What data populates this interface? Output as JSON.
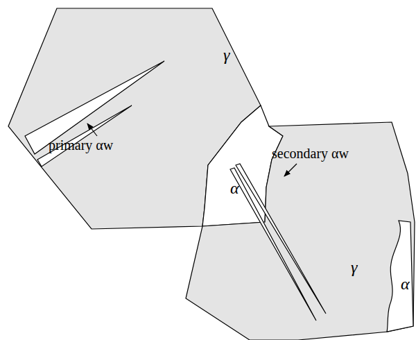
{
  "diagram": {
    "labels": [
      "γ",
      "primary αw",
      "α",
      "secondary αw",
      "γ",
      "α"
    ]
  }
}
